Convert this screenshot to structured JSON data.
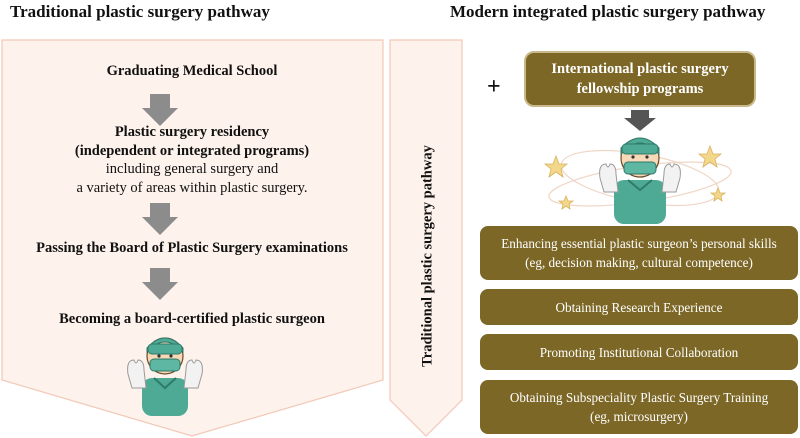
{
  "left": {
    "heading": "Traditional plastic surgery pathway",
    "step1": "Graduating Medical School",
    "step2_line1": "Plastic surgery residency",
    "step2_line2": "(independent or integrated programs)",
    "step2_line3": "including general surgery and",
    "step2_line4": "a variety of areas within plastic surgery.",
    "step3": "Passing the Board of Plastic Surgery examinations",
    "step4": "Becoming a board-certified plastic surgeon"
  },
  "right": {
    "heading": "Modern integrated plastic surgery pathway",
    "vertical_label": "Traditional plastic surgery pathway",
    "plus": "+",
    "fellowship_line1": "International plastic surgery",
    "fellowship_line2": "fellowship programs",
    "skills_line1": "Enhancing essential plastic surgeon’s personal skills",
    "skills_line2": "(eg, decision making, cultural competence)",
    "research": "Obtaining Research Experience",
    "collab": "Promoting Institutional Collaboration",
    "subspec_line1": "Obtaining Subspeciality Plastic Surgery Training",
    "subspec_line2": "(eg, microsurgery)"
  },
  "colors": {
    "chevron_fill": "#fdf2ec",
    "chevron_stroke": "#f2c8b6",
    "arrow_grey": "#8c8c8c",
    "box_fill": "#7c6726",
    "surgeon_scrubs": "#4ea995",
    "star": "#f3d78a"
  }
}
